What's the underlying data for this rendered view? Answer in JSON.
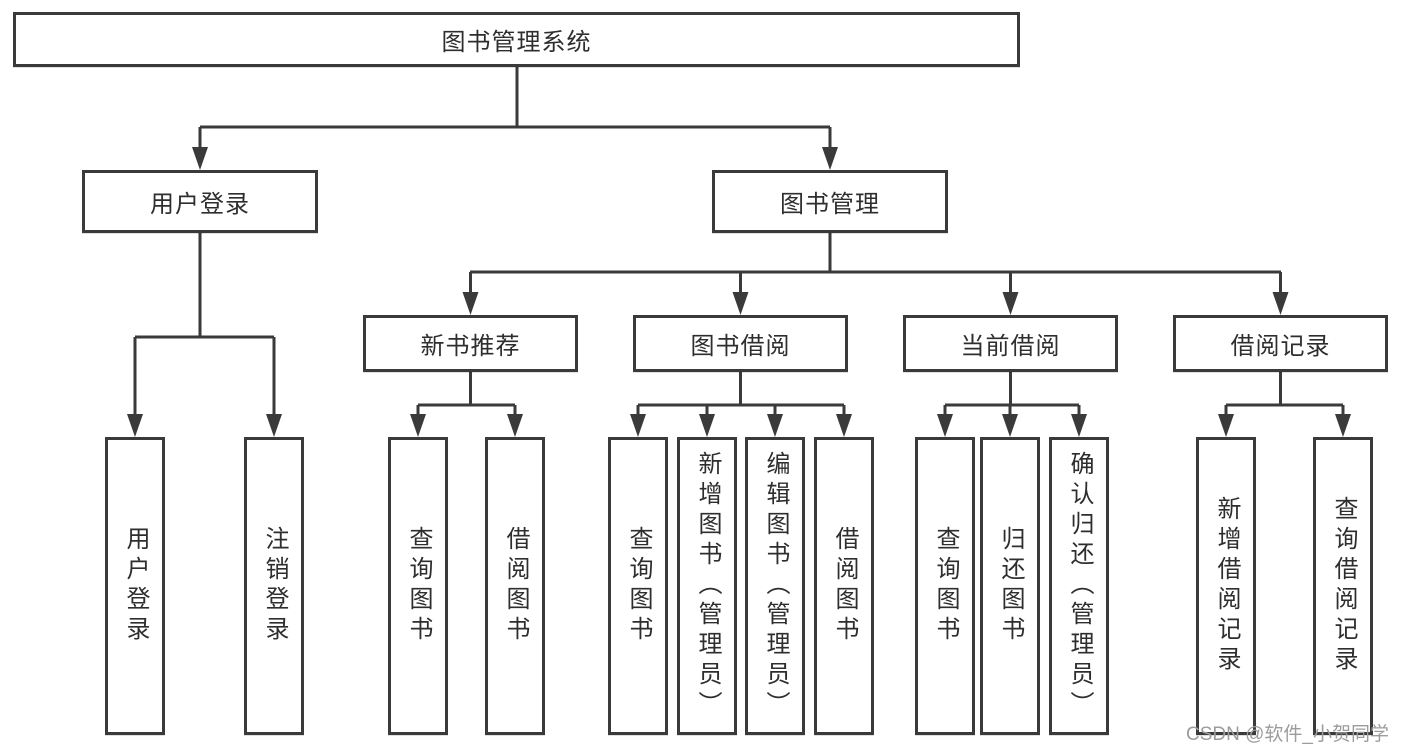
{
  "diagram": {
    "root": "图书管理系统",
    "level2": {
      "login": "用户登录",
      "management": "图书管理"
    },
    "level3": {
      "recommend": "新书推荐",
      "borrow": "图书借阅",
      "current": "当前借阅",
      "records": "借阅记录"
    },
    "leaves": {
      "login": [
        "用户登录",
        "注销登录"
      ],
      "recommend": [
        "查询图书",
        "借阅图书"
      ],
      "borrow": [
        "查询图书",
        "新增图书（管理员）",
        "编辑图书（管理员）",
        "借阅图书"
      ],
      "current": [
        "查询图书",
        "归还图书",
        "确认归还（管理员）"
      ],
      "records": [
        "新增借阅记录",
        "查询借阅记录"
      ]
    }
  },
  "colors": {
    "line": "#3a3a3a",
    "box_border": "#3a3a3a",
    "box_fill": "#ffffff",
    "text": "#2e2e2e",
    "watermark": "#9c9c9c",
    "background": "#ffffff"
  },
  "watermark": "CSDN @软件_小贺同学"
}
